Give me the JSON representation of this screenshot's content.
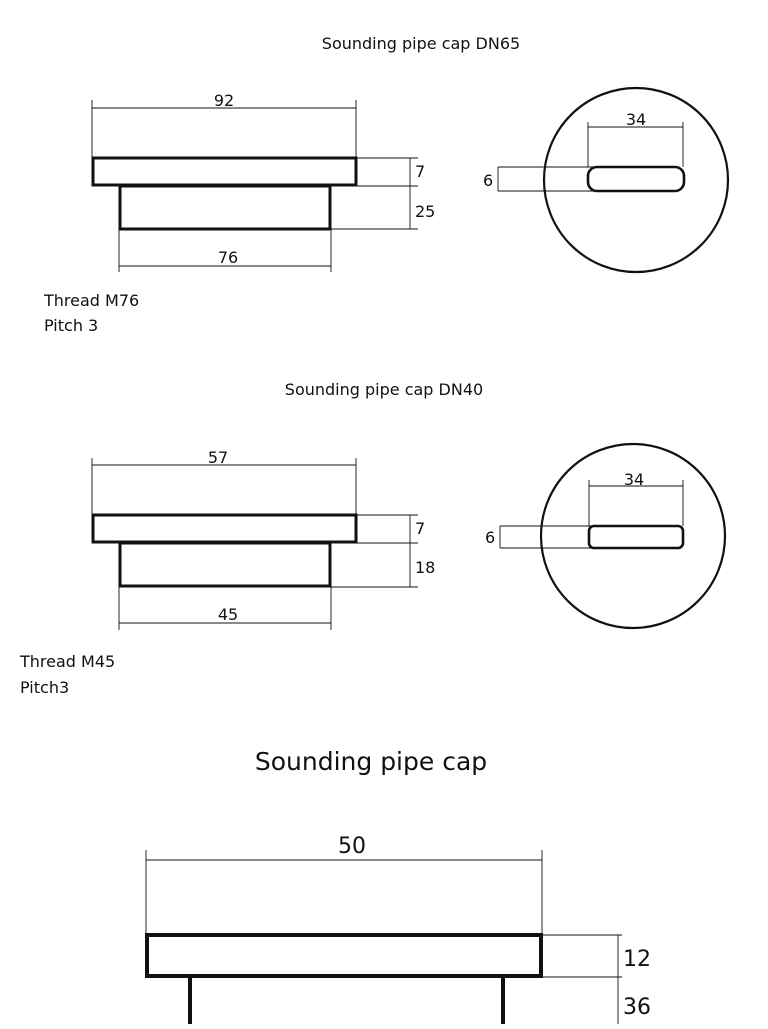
{
  "drawing_1": {
    "title": "Sounding pipe cap DN65",
    "top_width": "92",
    "top_height": "7",
    "body_height": "25",
    "body_width": "76",
    "slot_width": "34",
    "slot_height": "6",
    "note_line_1": "Thread M76",
    "note_line_2": "Pitch 3"
  },
  "drawing_2": {
    "title": "Sounding pipe cap DN40",
    "top_width": "57",
    "top_height": "7",
    "body_height": "18",
    "body_width": "45",
    "slot_width": "34",
    "slot_height": "6",
    "note_line_1": "Thread M45",
    "note_line_2": "Pitch3"
  },
  "drawing_3": {
    "title": "Sounding pipe cap",
    "top_width": "50",
    "top_height": "12",
    "body_height": "36"
  }
}
